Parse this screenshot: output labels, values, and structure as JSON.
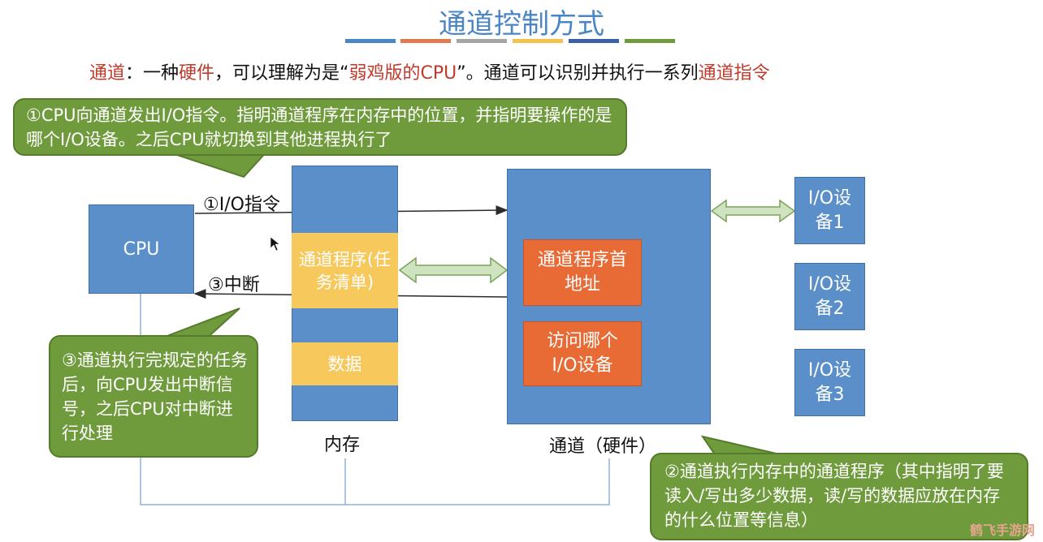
{
  "title": "通道控制方式",
  "colors": {
    "title_bar": [
      "#4a86c5",
      "#e07b4f",
      "#a6a6a6",
      "#f2c14e",
      "#3c5fa8",
      "#6f9b3d"
    ],
    "callout": "#6f9b3d",
    "blue": "#5b8fc9",
    "yellow": "#f7c85c",
    "orange": "#e86a35",
    "highlight": "#c0392b"
  },
  "intro": {
    "part1": "通道",
    "part2": "：一种",
    "part3": "硬件",
    "part4": "，可以理解为是“",
    "part5": "弱鸡版的CPU",
    "part6": "”。通道可以识别并执行一系列",
    "part7": "通道指令"
  },
  "callout1": "①CPU向通道发出I/O指令。指明通道程序在内存中的位置，并指明要操作的是哪个I/O设备。之后CPU就切换到其他进程执行了",
  "callout2": "③通道执行完规定的任务后，向CPU发出中断信号，之后CPU对中断进行处理",
  "callout3": "②通道执行内存中的通道程序（其中指明了要读入/写出多少数据，读/写的数据应放在内存的什么位置等信息）",
  "cpu": {
    "label": "CPU"
  },
  "memory": {
    "caption": "内存",
    "channel_program": "通道程序(任务清单)",
    "data": "数据"
  },
  "channel": {
    "caption": "通道（硬件）",
    "first_address": "通道程序首地址",
    "which_device": "访问哪个I/O设备"
  },
  "arrows": {
    "io_instruction": "①I/O指令",
    "interrupt": "③中断"
  },
  "devices": [
    "I/O设备1",
    "I/O设备2",
    "I/O设备3"
  ],
  "watermark": "鹤飞手游网"
}
